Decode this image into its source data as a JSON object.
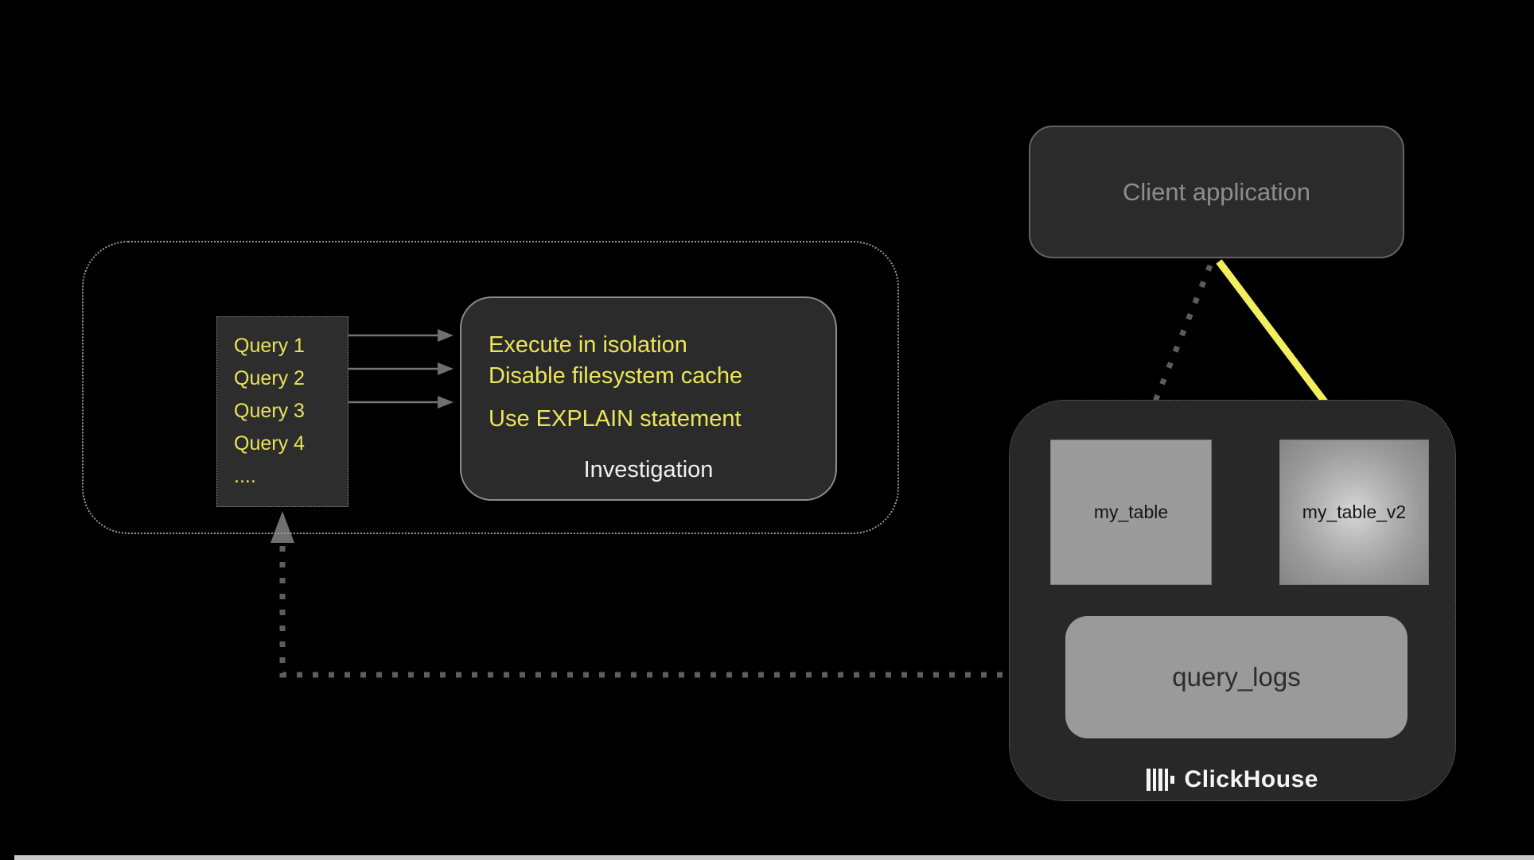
{
  "page": {
    "background": "#000000"
  },
  "investigation_group": {
    "query_list": {
      "items": [
        "Query 1",
        "Query 2",
        "Query 3",
        "Query 4",
        "...."
      ]
    },
    "investigation": {
      "tip_1": "Execute in isolation",
      "tip_2": "Disable filesystem cache",
      "tip_3": "Use EXPLAIN statement",
      "label": "Investigation"
    }
  },
  "client": {
    "label": "Client application"
  },
  "clickhouse": {
    "table_1": "my_table",
    "table_2": "my_table_v2",
    "query_logs": "query_logs",
    "brand": "ClickHouse"
  },
  "colors": {
    "accent_yellow_text": "#e9e45b",
    "accent_yellow_arrow": "#f2ee5c",
    "box_fill_dark": "#2b2b2b",
    "table_fill_gray": "#9b9b9b",
    "connector_gray": "#5e5e5e"
  }
}
